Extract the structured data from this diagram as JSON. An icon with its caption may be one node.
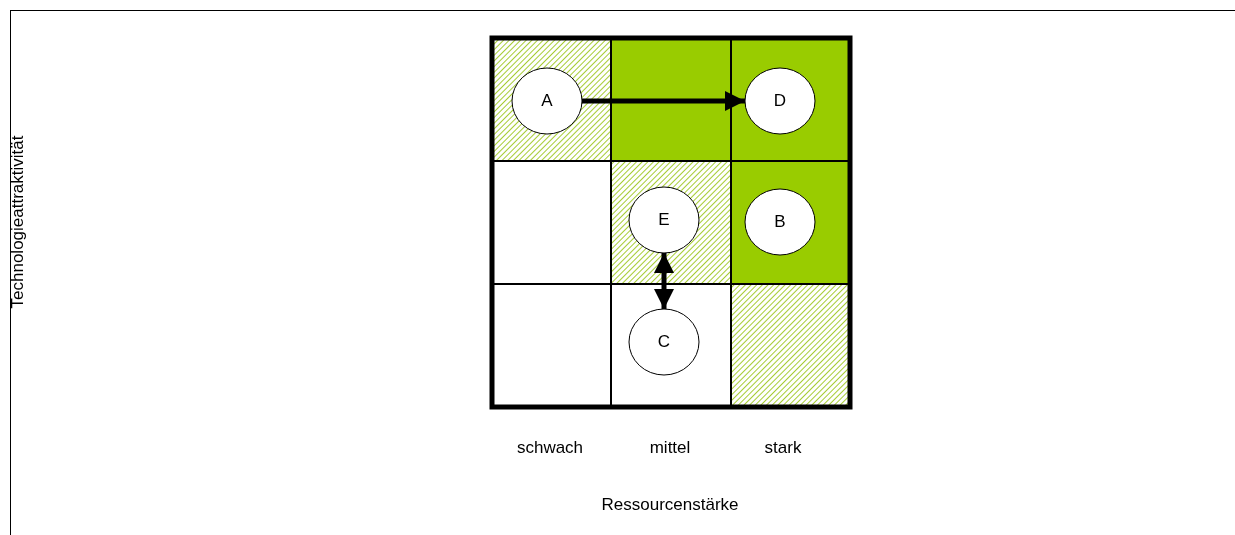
{
  "diagram": {
    "nodes": [
      {
        "text": [
          "A"
        ]
      },
      {
        "text": [
          "D"
        ]
      },
      {
        "text": [
          "E"
        ]
      },
      {
        "text": [
          "B"
        ]
      },
      {
        "text": [
          "C"
        ]
      }
    ],
    "edges": [
      {
        "from": 0,
        "to": 1,
        "arrow": "to"
      },
      {
        "from": 2,
        "to": 4,
        "arrow": "both"
      }
    ],
    "labels": [
      "Technologieattraktivität",
      "schwach",
      "mittel",
      "stark",
      "Ressourcenstärke"
    ]
  }
}
